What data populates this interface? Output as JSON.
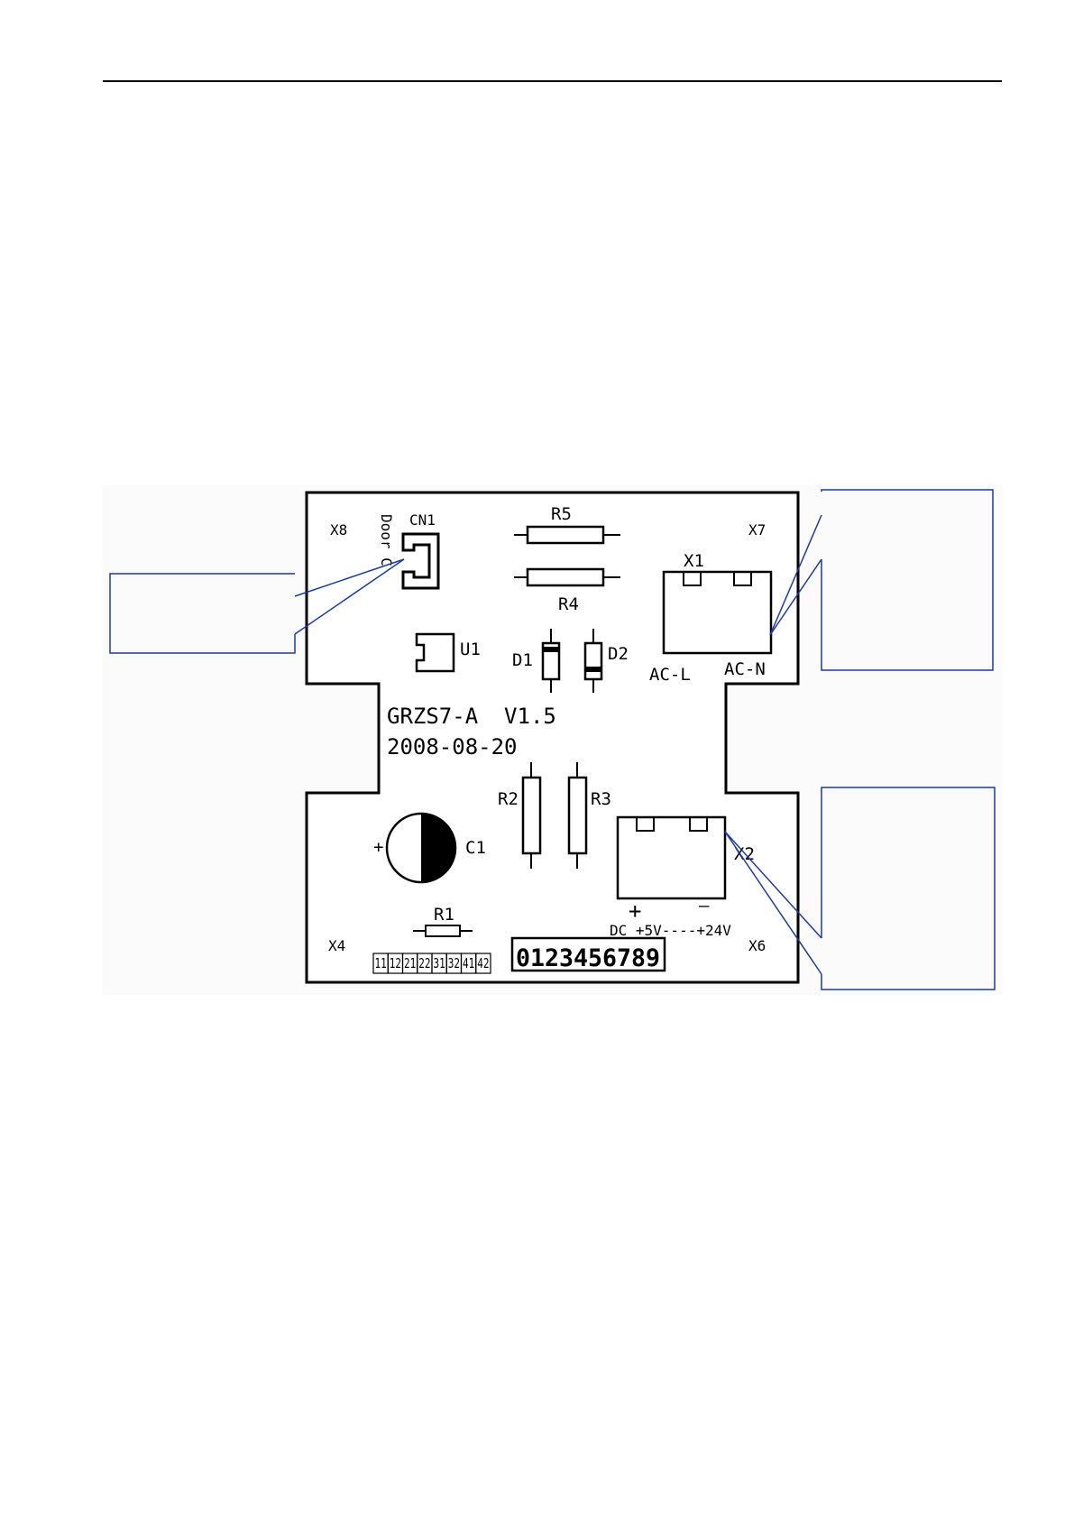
{
  "colors": {
    "callout": "#1a3aa8",
    "ink": "#000000",
    "board_bg": "#ffffff",
    "panel_bg": "#fbfbfb"
  },
  "board": {
    "model": "GRZS7-A  V1.5",
    "date": "2008-08-20",
    "corner_labels": {
      "x8": "X8",
      "x7": "X7",
      "x4": "X4",
      "x6": "X6"
    },
    "connectors": {
      "cn1": "CN1",
      "door": "Door C",
      "x1": "X1",
      "ac_l": "AC-L",
      "ac_n": "AC-N",
      "x2": "X2",
      "plus": "+",
      "minus": "—",
      "dc": "DC +5V----+24V"
    },
    "components": {
      "r5": "R5",
      "r4": "R4",
      "u1": "U1",
      "d1": "D1",
      "d2": "D2",
      "r2": "R2",
      "r3": "R3",
      "c1": "C1",
      "c1_plus": "+",
      "r1": "R1"
    },
    "pin_cells": [
      "11",
      "12",
      "21",
      "22",
      "31",
      "32",
      "41",
      "42"
    ],
    "digits": "0123456789"
  },
  "callouts": [
    {
      "id": "door",
      "text": ""
    },
    {
      "id": "ac-power",
      "text": ""
    },
    {
      "id": "dc-output",
      "text": ""
    }
  ]
}
